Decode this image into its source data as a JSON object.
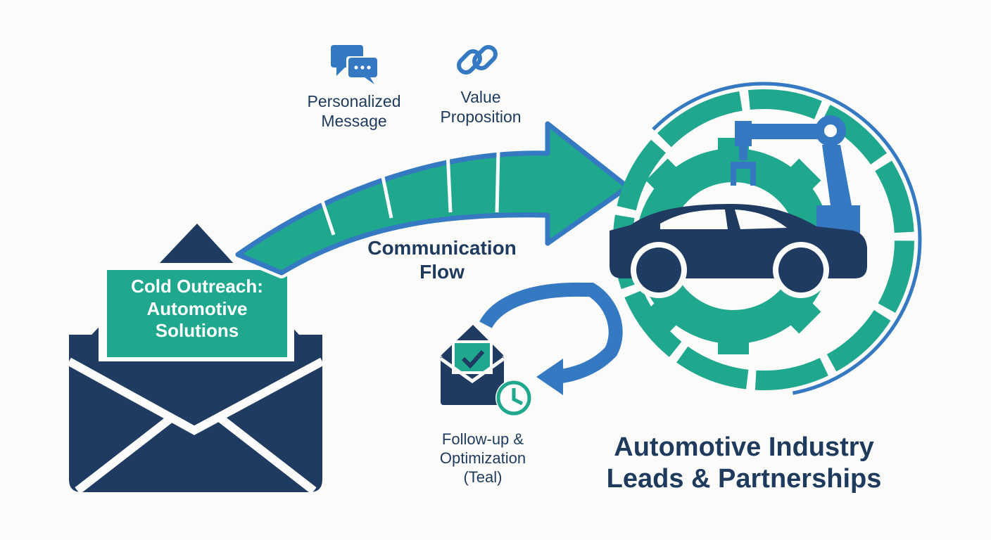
{
  "colors": {
    "navy": "#1f3b61",
    "teal": "#1fa88e",
    "blue": "#3479c2",
    "background": "#fbfbfa"
  },
  "icons": [
    "envelope-icon",
    "chat-bubbles-icon",
    "chain-link-icon",
    "gear-icon",
    "robot-arm-icon",
    "car-icon",
    "email-check-icon",
    "clock-icon"
  ],
  "labels": {
    "card": "Cold Outreach:\nAutomotive\nSolutions",
    "personalized": "Personalized\nMessage",
    "value": "Value\nProposition",
    "flow": "Communication\nFlow",
    "followup": "Follow-up &\nOptimization\n(Teal)",
    "outcome": "Automotive Industry\nLeads & Partnerships"
  }
}
